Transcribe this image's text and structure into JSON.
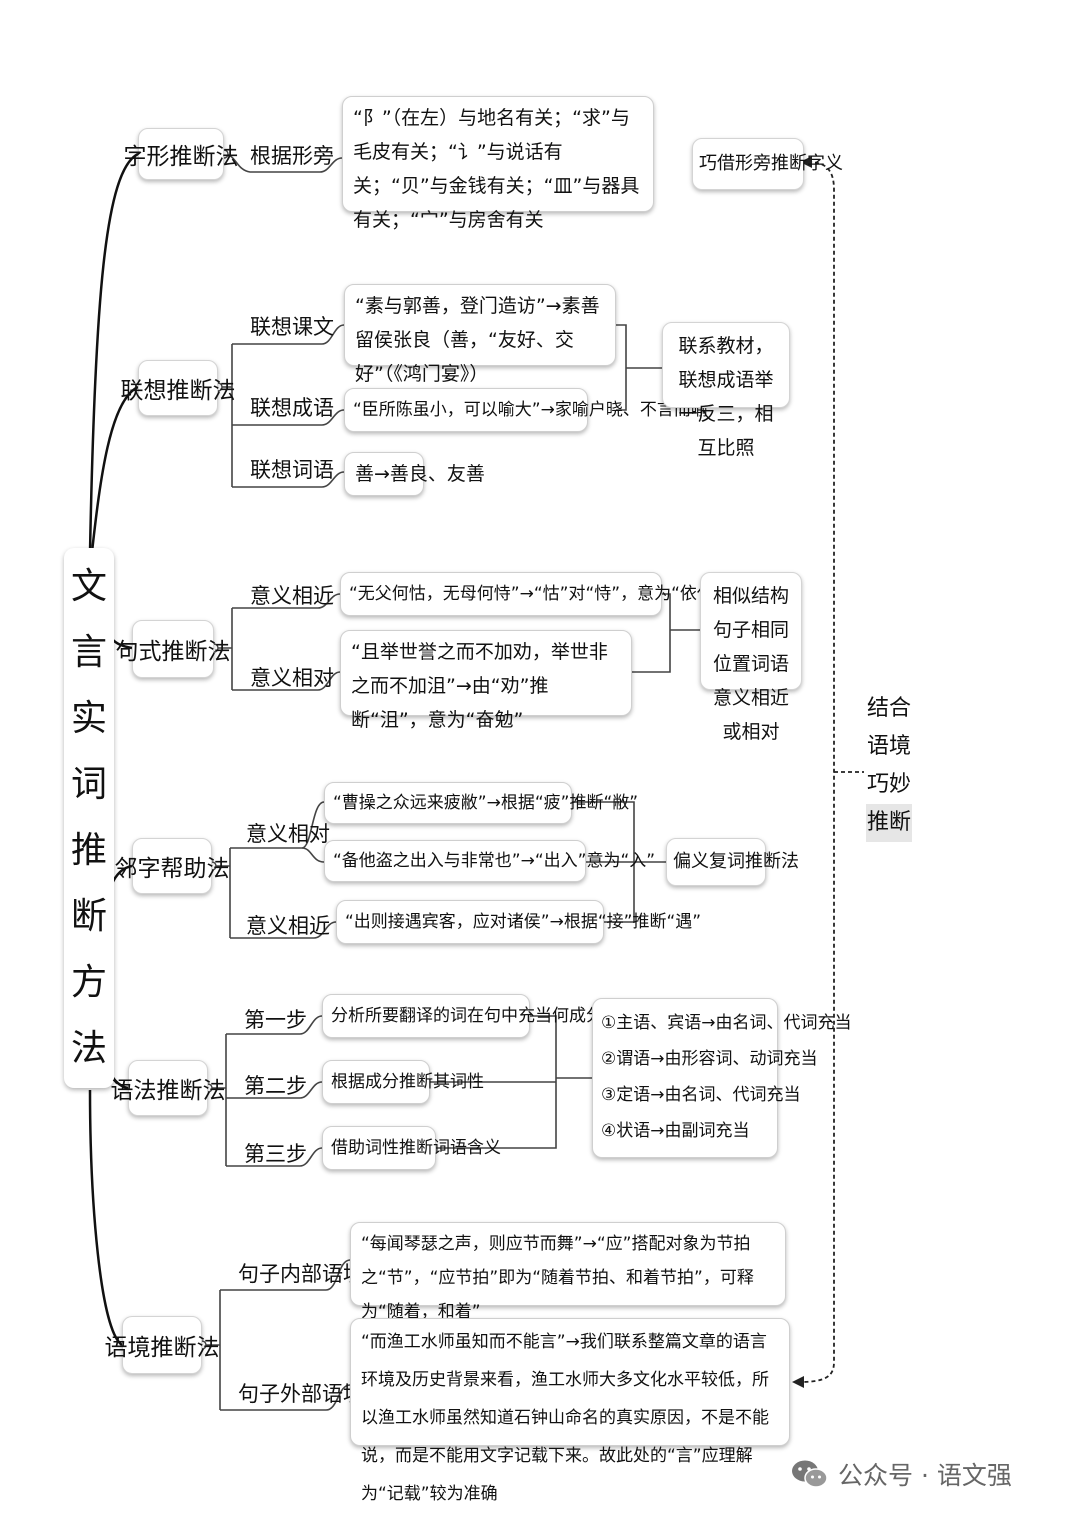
{
  "title": "文言实词推断方法",
  "right_label": [
    "结合",
    "语境",
    "巧妙",
    "推断"
  ],
  "methods": [
    {
      "name": "字形推断法",
      "branches": [
        {
          "label": "根据形旁",
          "examples": [
            "“阝”（在左）与地名有关；“求”与毛皮有关；“讠”与说话有关；“贝”与金钱有关；“皿”与器具有关；“宀”与房舍有关"
          ]
        }
      ],
      "summary": "巧借形旁推断字义"
    },
    {
      "name": "联想推断法",
      "branches": [
        {
          "label": "联想课文",
          "examples": [
            "“素与郭善，登门造访”→素善留侯张良（善，“友好、交好”（《鸿门宴》）"
          ]
        },
        {
          "label": "联想成语",
          "examples": [
            "“臣所陈虽小，可以喻大”→家喻户晓、不言而喻"
          ]
        },
        {
          "label": "联想词语",
          "examples": [
            "善→善良、友善"
          ]
        }
      ],
      "summary": "联系教材，联想成语举一反三，相互比照"
    },
    {
      "name": "句式推断法",
      "branches": [
        {
          "label": "意义相近",
          "examples": [
            "“无父何怙，无母何恃”→“怙”对“恃”，意为“依仗、凭借”"
          ]
        },
        {
          "label": "意义相对",
          "examples": [
            "“且举世誉之而不加劝，举世非之而不加沮”→由“劝”推断“沮”，意为“奋勉”"
          ]
        }
      ],
      "summary": "相似结构句子相同位置词语意义相近或相对"
    },
    {
      "name": "邻字帮助法",
      "branches": [
        {
          "label": "意义相对",
          "examples": [
            "“曹操之众远来疲敝”→根据“疲”推断“敝”",
            "“备他盗之出入与非常也”→“出入”意为“入”"
          ]
        },
        {
          "label": "意义相近",
          "examples": [
            "“出则接遇宾客，应对诸侯”→根据“接”推断“遇”"
          ]
        }
      ],
      "summary": "偏义复词推断法"
    },
    {
      "name": "语法推断法",
      "branches": [
        {
          "label": "第一步",
          "examples": [
            "分析所要翻译的词在句中充当何成分"
          ]
        },
        {
          "label": "第二步",
          "examples": [
            "根据成分推断其词性"
          ]
        },
        {
          "label": "第三步",
          "examples": [
            "借助词性推断词语含义"
          ]
        }
      ],
      "summary_lines": [
        "①主语、宾语→由名词、代词充当",
        "②谓语→由形容词、动词充当",
        "③定语→由名词、代词充当",
        "④状语→由副词充当"
      ]
    },
    {
      "name": "语境推断法",
      "branches": [
        {
          "label": "句子内部语境",
          "examples": [
            "“每闻琴瑟之声，则应节而舞”→“应”搭配对象为节拍之“节”，“应节拍”即为“随着节拍、和着节拍”，可释为“随着，和着”"
          ]
        },
        {
          "label": "句子外部语境",
          "examples": [
            "“而渔工水师虽知而不能言”→我们联系整篇文章的语言环境及历史背景来看，渔工水师大多文化水平较低，所以渔工水师虽然知道石钟山命名的真实原因，不是不能说，而是不能用文字记载下来。故此处的“言”应理解为“记载”较为准确"
          ]
        }
      ]
    }
  ],
  "watermark": "公众号 · 语文强"
}
